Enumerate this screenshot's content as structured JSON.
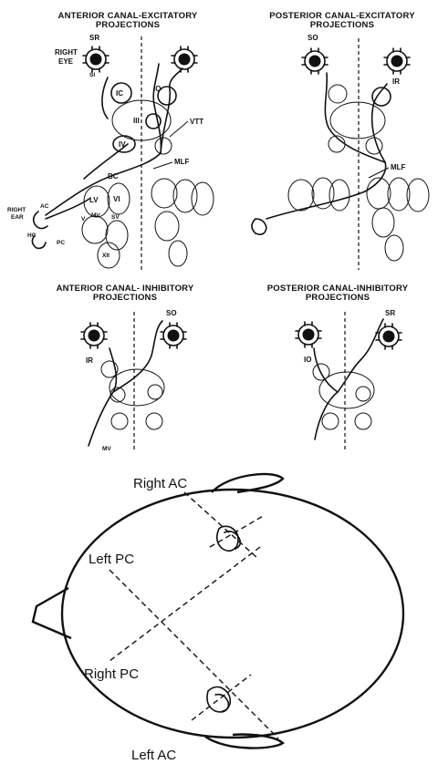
{
  "panels": {
    "ant_exc": {
      "title_line1": "ANTERIOR CANAL-EXCITATORY",
      "title_line2": "PROJECTIONS",
      "labels": {
        "sr": "SR",
        "right_eye_1": "RIGHT",
        "right_eye_2": "EYE",
        "si": "SI",
        "ic": "IC",
        "iii": "III",
        "iv": "IV",
        "io": "IO",
        "vtt": "VTT",
        "mlf": "MLF",
        "bc": "BC",
        "lv": "LV",
        "vi": "VI",
        "v1": "V",
        "mv": "MV",
        "sv": "SV",
        "xii": "XII",
        "ac": "AC",
        "right_ear_1": "RIGHT",
        "right_ear_2": "EAR",
        "hc": "HC",
        "pc": "PC"
      }
    },
    "post_exc": {
      "title_line1": "POSTERIOR CANAL-EXCITATORY",
      "title_line2": "PROJECTIONS",
      "labels": {
        "so": "SO",
        "ir": "IR",
        "mlf": "MLF"
      }
    },
    "ant_inh": {
      "title_line1": "ANTERIOR CANAL- INHIBITORY",
      "title_line2": "PROJECTIONS",
      "labels": {
        "so": "SO",
        "ir": "IR",
        "mv": "MV"
      }
    },
    "post_inh": {
      "title_line1": "POSTERIOR CANAL-INHIBITORY",
      "title_line2": "PROJECTIONS",
      "labels": {
        "sr": "SR",
        "io": "IO"
      }
    }
  },
  "head_diagram": {
    "right_ac": "Right AC",
    "left_pc": "Left PC",
    "right_pc": "Right PC",
    "left_ac": "Left AC"
  }
}
